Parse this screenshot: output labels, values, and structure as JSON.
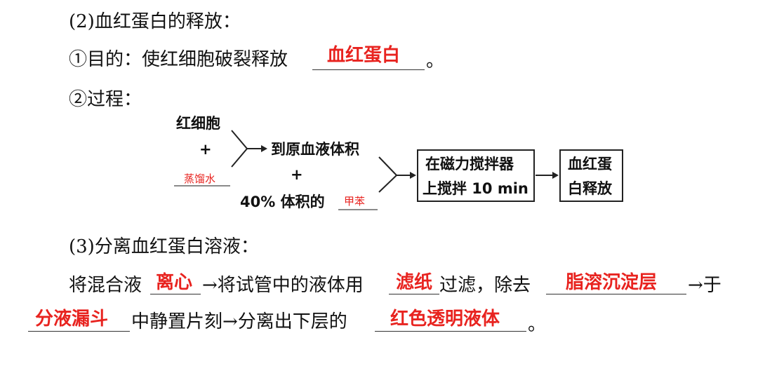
{
  "section2": {
    "heading": "(2)血红蛋白的释放：",
    "item1_prefix": "①目的：使红细胞破裂释放",
    "item1_answer": "血红蛋白",
    "item1_suffix": "。",
    "item2_label": "②过程："
  },
  "diagram": {
    "input1": "红细胞",
    "plus1": "+",
    "input2_answer": "蒸馏水",
    "step1": "到原血液体积",
    "plus2": "+",
    "step2_prefix": "40% 体积的",
    "step2_answer": "甲苯",
    "box1_line1": "在磁力搅拌器",
    "box1_line2": "上搅拌 10 min",
    "box2_line1": "血红蛋",
    "box2_line2": "白释放"
  },
  "section3": {
    "heading": "(3)分离血红蛋白溶液：",
    "t1": "将混合液",
    "a1": "离心",
    "t2": "→将试管中的液体用",
    "a2": "滤纸",
    "t3": "过滤，除去",
    "a3": "脂溶沉淀层",
    "t4": "→于",
    "a4": "分液漏斗",
    "t5": "中静置片刻→分离出下层的",
    "a5": "红色透明液体",
    "t6": "。"
  }
}
